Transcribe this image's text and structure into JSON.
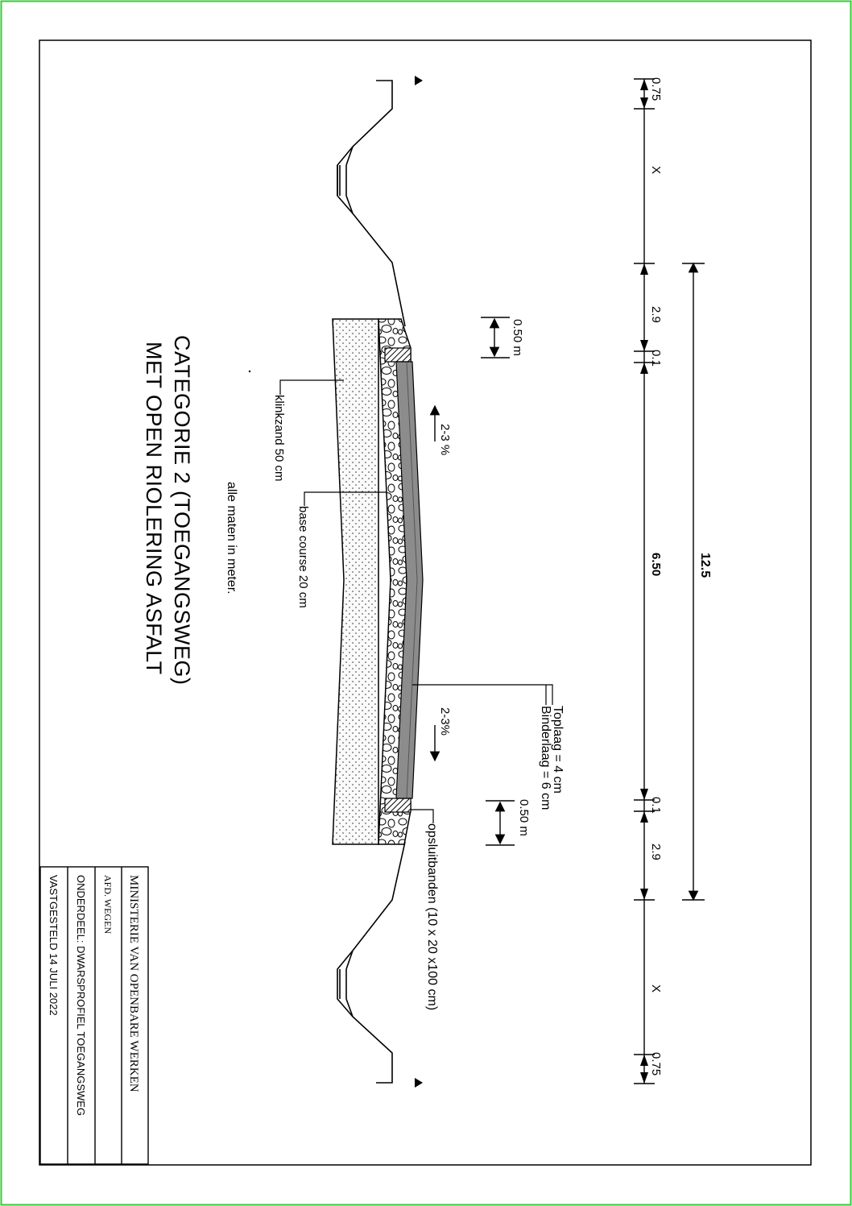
{
  "title": {
    "line1": "CATEGORIE 2 (TOEGANGSWEG)",
    "line2": "MET OPEN RIOLERING ASFALT"
  },
  "note": "alle maten in meter.",
  "dimensions": {
    "top_edge": "0.75",
    "top_ditch": "X",
    "top_shoulder": "2.9",
    "top_curb": "0.1",
    "carriageway": "6.50",
    "bottom_curb": "0.1",
    "bottom_shoulder": "2.9",
    "bottom_ditch": "X",
    "bottom_edge": "0.75",
    "overall": "12.5",
    "depth_left": "0.50 m",
    "depth_right": "0.50 m"
  },
  "slopes": {
    "left": "2-3 %",
    "right": "2-3%"
  },
  "layers": {
    "klinkzand": "klinkzand 50 cm",
    "base_course": "base course 20 cm",
    "toplaag": "Toplaag = 4 cm",
    "binderlaag": "Binderlaag = 6 cm",
    "opsluitbanden": "opsluitbanden (10 x 20 x100 cm)"
  },
  "title_block": {
    "ministry": "MINISTERIE VAN OPENBARE WERKEN",
    "department": "AFD. WEGEN",
    "component": "ONDERDEEL: DWARSPROFIEL TOEGANGSWEG",
    "approved": "VASTGESTELD 14 JULI 2022"
  },
  "colors": {
    "frame": "#33cc33",
    "ink": "#000000",
    "asphalt": "#8c8c8c",
    "sand": "#fafafa"
  }
}
